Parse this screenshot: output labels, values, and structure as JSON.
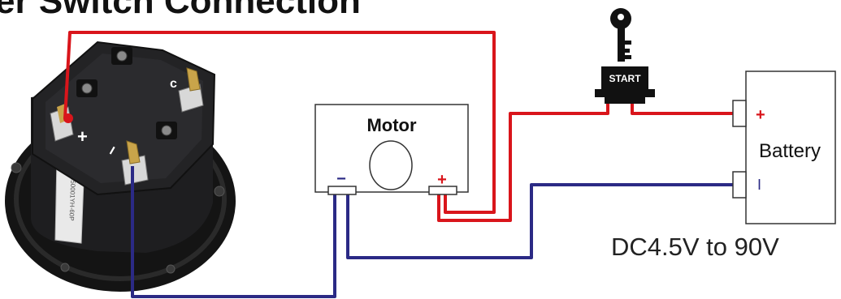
{
  "title": "er Switch Connection",
  "motor": {
    "label": "Motor",
    "minus": "−",
    "plus": "+"
  },
  "switch": {
    "label": "START"
  },
  "battery": {
    "label": "Battery",
    "plus": "+",
    "minus": "I"
  },
  "voltage_range": "DC4.5V to 90V",
  "meter": {
    "terminal_plus": "+",
    "terminal_minus": "−",
    "terminal_c": "c",
    "serial_text": "0500050001YH-60P"
  },
  "colors": {
    "positive_wire": "#d9151b",
    "negative_wire": "#2b2a85",
    "meter_body": "#1c1c1e",
    "terminal": "#c9a44a"
  }
}
